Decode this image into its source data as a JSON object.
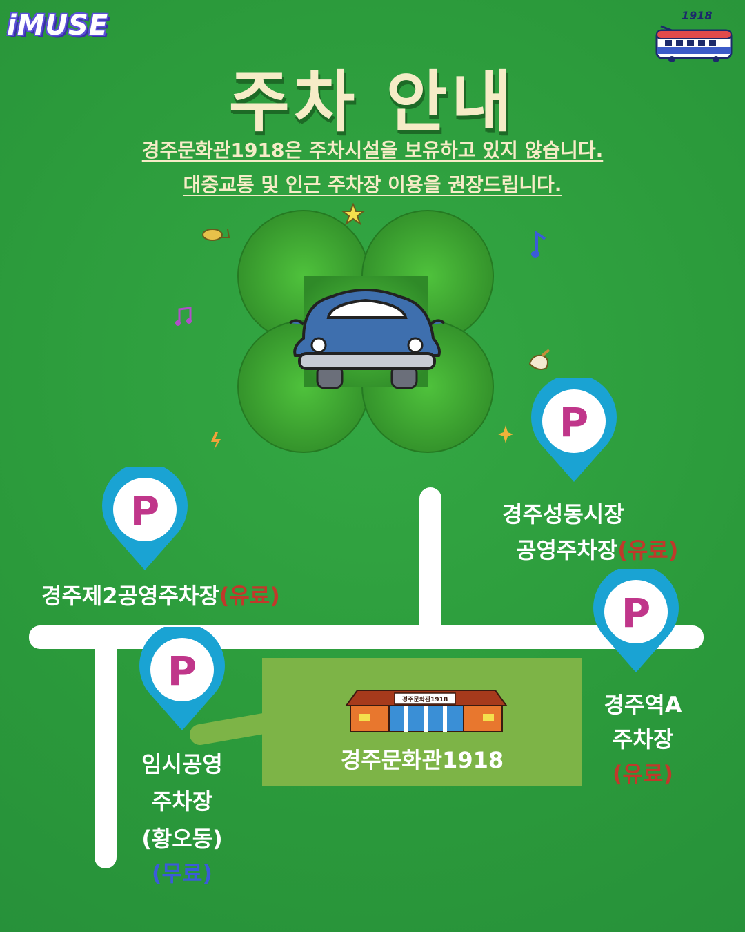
{
  "logo": {
    "text": "iMUSE",
    "train_number": "1918"
  },
  "title": "주차 안내",
  "notice": {
    "line1": "경주문화관1918은 주차시설을 보유하고 있지 않습니다.",
    "line2": "대중교통 및 인근 주차장 이용을 권장드립니다."
  },
  "parking_symbol": "P",
  "venue": {
    "name": "경주문화관1918",
    "sign": "경주문화관1918"
  },
  "lots": [
    {
      "id": "jeil",
      "name": "경주제2공영주차장",
      "fee": "(유료)"
    },
    {
      "id": "seongdong_1",
      "name": "경주성동시장",
      "name2": "공영주차장",
      "fee": "(유료)"
    },
    {
      "id": "station",
      "name": "경주역A",
      "name2": "주차장",
      "fee": "(유료)"
    },
    {
      "id": "temp",
      "name": "임시공영",
      "name2": "주차장",
      "name3": "(황오동)",
      "fee": "(무료)"
    }
  ],
  "colors": {
    "background": "#2e9e3e",
    "pin": "#1aa3d3",
    "p_letter": "#c0368a",
    "paid": "#c0392b",
    "free": "#3b5bd9",
    "title": "#f6ecc7",
    "venue_box": "#7db447"
  }
}
